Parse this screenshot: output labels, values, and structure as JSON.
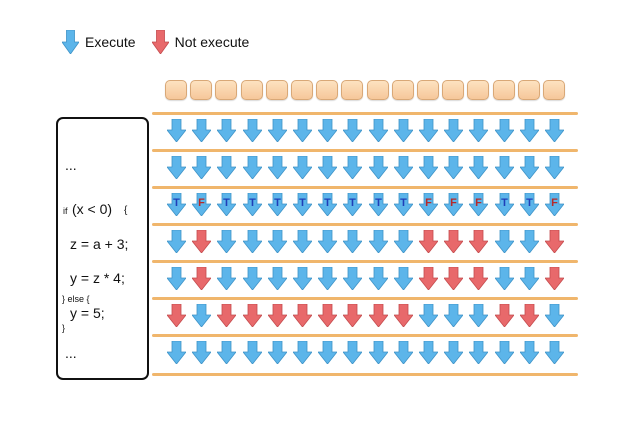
{
  "legend": {
    "execute_label": "Execute",
    "not_execute_label": "Not execute",
    "colors": {
      "execute": "#5cb5ea",
      "not_execute": "#e8696b"
    }
  },
  "code_lines": [
    "...",
    "if",
    "(x < 0)",
    "{",
    "z = a + 3;",
    "y = z * 4;",
    "} else {",
    "y = 5;",
    "}",
    "..."
  ],
  "branch_outcomes": [
    "T",
    "F",
    "T",
    "T",
    "T",
    "T",
    "T",
    "T",
    "T",
    "T",
    "F",
    "F",
    "F",
    "T",
    "T",
    "F"
  ],
  "rows": [
    {
      "states": [
        "E",
        "E",
        "E",
        "E",
        "E",
        "E",
        "E",
        "E",
        "E",
        "E",
        "E",
        "E",
        "E",
        "E",
        "E",
        "E"
      ]
    },
    {
      "states": [
        "E",
        "E",
        "E",
        "E",
        "E",
        "E",
        "E",
        "E",
        "E",
        "E",
        "E",
        "E",
        "E",
        "E",
        "E",
        "E"
      ]
    },
    {
      "states": [
        "E",
        "E",
        "E",
        "E",
        "E",
        "E",
        "E",
        "E",
        "E",
        "E",
        "E",
        "E",
        "E",
        "E",
        "E",
        "E"
      ],
      "labels_key": "branch_outcomes"
    },
    {
      "states": [
        "E",
        "N",
        "E",
        "E",
        "E",
        "E",
        "E",
        "E",
        "E",
        "E",
        "N",
        "N",
        "N",
        "E",
        "E",
        "N"
      ]
    },
    {
      "states": [
        "E",
        "N",
        "E",
        "E",
        "E",
        "E",
        "E",
        "E",
        "E",
        "E",
        "N",
        "N",
        "N",
        "E",
        "E",
        "N"
      ]
    },
    {
      "states": [
        "N",
        "E",
        "N",
        "N",
        "N",
        "N",
        "N",
        "N",
        "N",
        "N",
        "E",
        "E",
        "E",
        "N",
        "N",
        "E"
      ]
    },
    {
      "states": [
        "E",
        "E",
        "E",
        "E",
        "E",
        "E",
        "E",
        "E",
        "E",
        "E",
        "E",
        "E",
        "E",
        "E",
        "E",
        "E"
      ]
    }
  ]
}
